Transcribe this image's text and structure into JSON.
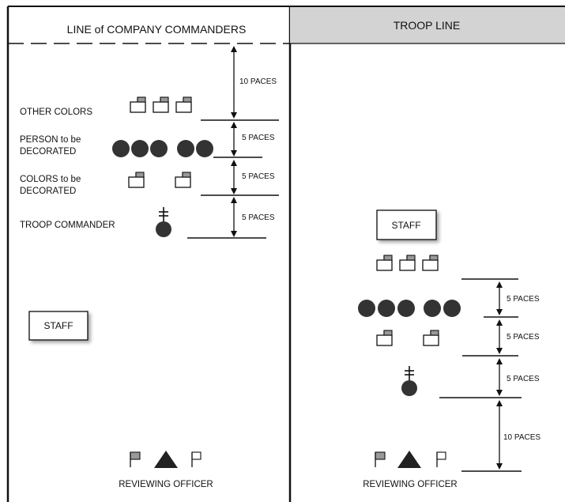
{
  "left_panel": {
    "header": "LINE of COMPANY COMMANDERS",
    "labels": {
      "other_colors": "OTHER COLORS",
      "person_line1": "PERSON to be",
      "person_line2": "DECORATED",
      "colors_line1": "COLORS to be",
      "colors_line2": "DECORATED",
      "troop_commander": "TROOP COMMANDER"
    },
    "paces": [
      "10 PACES",
      "5 PACES",
      "5 PACES",
      "5 PACES"
    ],
    "staff": "STAFF",
    "reviewing_officer": "REVIEWING OFFICER"
  },
  "right_panel": {
    "header": "TROOP LINE",
    "staff": "STAFF",
    "paces": [
      "5 PACES",
      "5 PACES",
      "5 PACES",
      "10 PACES"
    ],
    "reviewing_officer": "REVIEWING OFFICER"
  },
  "colors": {
    "header_fill": "#d3d3d3",
    "frame": "#111111",
    "person": "#333333",
    "flag": "#999999"
  }
}
